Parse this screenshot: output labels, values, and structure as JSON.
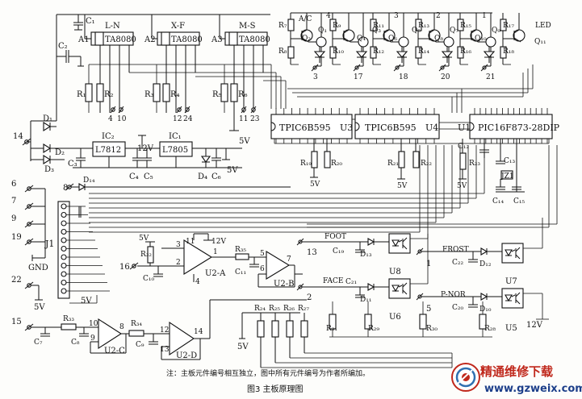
{
  "relays": {
    "L_N": "L-N",
    "X_F": "X-F",
    "M_S": "M-S",
    "A1": "A1",
    "A2": "A2",
    "A3": "A3",
    "chip": "TA8080"
  },
  "caps_top": {
    "C1": "C₁",
    "C2": "C₂"
  },
  "relay_res": [
    "R₁",
    "R₂",
    "R₃",
    "R₄",
    "R₅",
    "R₆"
  ],
  "relay_out_labels": [
    "4",
    "10",
    "12",
    "24",
    "11",
    "23"
  ],
  "power": {
    "D1": "D₁",
    "D2": "D₂",
    "D3": "D₃",
    "pin14": "14",
    "C3": "C₃",
    "C4": "C₄",
    "C5": "C₅",
    "C6": "C₆",
    "IC2": "IC₂",
    "IC1": "IC₁",
    "L7812": "L7812",
    "L7805": "L7805",
    "v12": "12V",
    "v5a": "5V",
    "v5b": "5V",
    "D4": "D₄"
  },
  "driver": {
    "AC": "A/C",
    "R7": "R₇",
    "R8": "R₈",
    "Q2": "Q₂",
    "Q1": "Q₁",
    "R9": "R₉",
    "R10": "R₁₀",
    "Q4": "Q₄",
    "Q3": "Q₃",
    "R11": "R₁₁",
    "R12": "R₁₂",
    "Q6": "Q₆",
    "Q5": "Q₅",
    "R13": "R₁₃",
    "R14": "R₁₄",
    "Q8": "Q₈",
    "Q7": "Q₇",
    "R15": "R₁₅",
    "R16": "R₁₆",
    "Q10": "Q₁₀",
    "Q9": "Q₉",
    "R17": "R₁₇",
    "R18": "R₁₈",
    "LED": "LED",
    "Q11": "Q₁₁",
    "top_nums": [
      "4",
      "3",
      "2",
      "1"
    ],
    "bottom_nums": [
      "3",
      "17",
      "18",
      "20",
      "21"
    ]
  },
  "shift_regs": {
    "U3_name": "TPIC6B595",
    "U3": "U3",
    "U4_name": "TPIC6B595",
    "U4": "U4",
    "R19": "R₁₉",
    "R20": "R₂₀",
    "R21": "R₂₁",
    "R22": "R₂₂",
    "v5a": "5V",
    "v5b": "5V"
  },
  "mcu": {
    "U1": "U1",
    "name": "PIC16F873-28DIP",
    "C12": "C₁₂",
    "R23": "R₂₃",
    "C13": "C₁₃",
    "JZ1": "JZ1",
    "C14": "C₁₄",
    "C15": "C₁₅",
    "v5": "5V"
  },
  "connector": {
    "J1": "J1",
    "GND": "GND",
    "pins": [
      "6",
      "7",
      "9",
      "19",
      "8",
      "D₁₄",
      "22",
      "5V",
      "5V"
    ]
  },
  "amps": {
    "R32": "R₃₂",
    "v5": "5V",
    "C10": "C₁₀",
    "p16": "16",
    "n11": "11",
    "n4": "4",
    "v12": "12V",
    "n1": "1",
    "n3": "3",
    "n2": "2",
    "U2A": "U2-A",
    "R35": "R₃₅",
    "C11": "C₁₁",
    "n5": "5",
    "n6": "6",
    "n7": "7",
    "U2B": "U2-B",
    "p15": "15",
    "R33": "R₃₃",
    "C7": "C₇",
    "C8": "C₈",
    "n10": "10",
    "n9": "9",
    "n8": "8",
    "U2C": "U2-C",
    "R34": "R₃₄",
    "C9": "C₉",
    "n12": "12",
    "n13": "13",
    "n14": "14",
    "U2D": "U2-D",
    "R24": "R₂₄",
    "R25": "R₂₅",
    "R26": "R₂₆",
    "R27": "R₂₇",
    "v5b": "5V"
  },
  "opto": {
    "FOOT": "FOOT",
    "p13": "13",
    "C19": "C₁₉",
    "D13": "D₁₃",
    "U8": "U8",
    "FACE": "FACE",
    "p2": "2",
    "C21": "C₂₁",
    "D11": "D₁₁",
    "U6": "U6",
    "FROST": "FROST",
    "p1": "1",
    "C22": "C₂₂",
    "D12": "D₁₂",
    "U7": "U7",
    "PNOR": "P-NOR",
    "p5": "5",
    "C20": "C₂₀",
    "D10": "D₁₀",
    "U5": "U5",
    "R31": "R₃₁",
    "R29": "R₂₉",
    "R30": "R₃₀",
    "R28": "R₂₈",
    "v12": "12V"
  },
  "note": "注：主板元件编号相互独立，图中所有元件编号为作者所编加。",
  "caption": "图3  主板原理图",
  "watermark": {
    "title": "精通维修下载",
    "url": "www.gzweix.com"
  }
}
